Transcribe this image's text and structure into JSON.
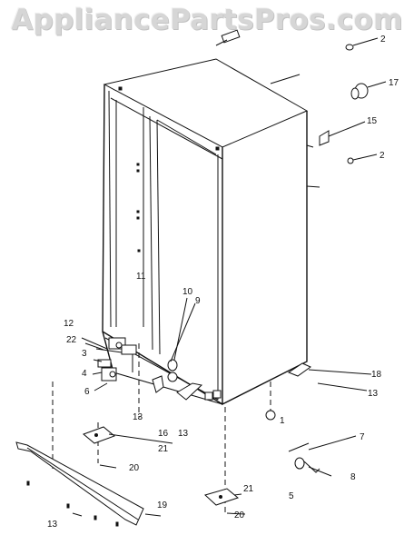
{
  "watermark": "AppliancePartsPros.com",
  "callouts": {
    "c1": "1",
    "c2a": "2",
    "c2b": "2",
    "c3": "3",
    "c4": "4",
    "c5": "5",
    "c6": "6",
    "c7": "7",
    "c8": "8",
    "c9": "9",
    "c10": "10",
    "c11": "11",
    "c12": "12",
    "c13a": "13",
    "c13b": "13",
    "c13c": "13",
    "c13d": "13",
    "c15": "15",
    "c16": "16",
    "c17": "17",
    "c18": "18",
    "c19": "19",
    "c20a": "20",
    "c20b": "20",
    "c21a": "21",
    "c21b": "21",
    "c22": "22"
  }
}
